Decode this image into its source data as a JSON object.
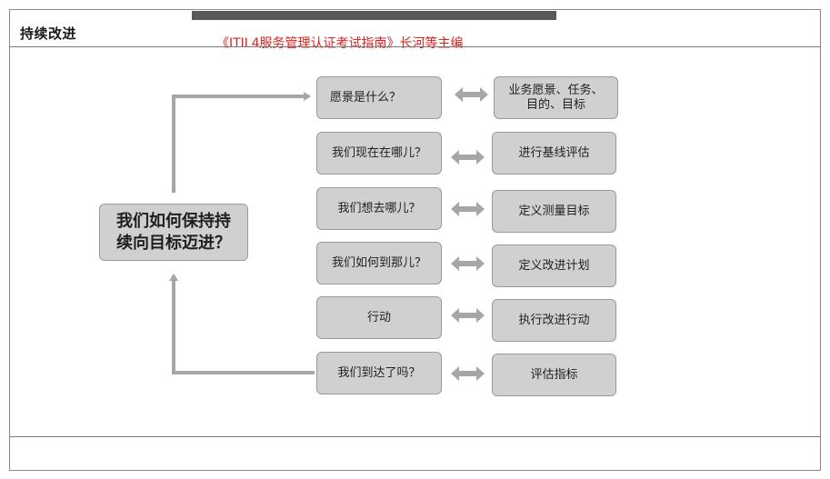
{
  "header": {
    "title": "持续改进",
    "source": "《ITIL4服务管理认证考试指南》长河等主编"
  },
  "diagram": {
    "central": "我们如何保持持续向目标迈进？",
    "questions": [
      "愿景是什么？",
      "我们现在在哪儿？",
      "我们想去哪儿？",
      "我们如何到那儿？",
      "行动",
      "我们到达了吗？"
    ],
    "answers": [
      "业务愿景、任务、目的、目标",
      "进行基线评估",
      "定义测量目标",
      "定义改进计划",
      "执行改进行动",
      "评估指标"
    ]
  },
  "colors": {
    "box_fill": "#d0d0d0",
    "arrow": "#a6a6a6",
    "source_text": "#e0201c"
  }
}
